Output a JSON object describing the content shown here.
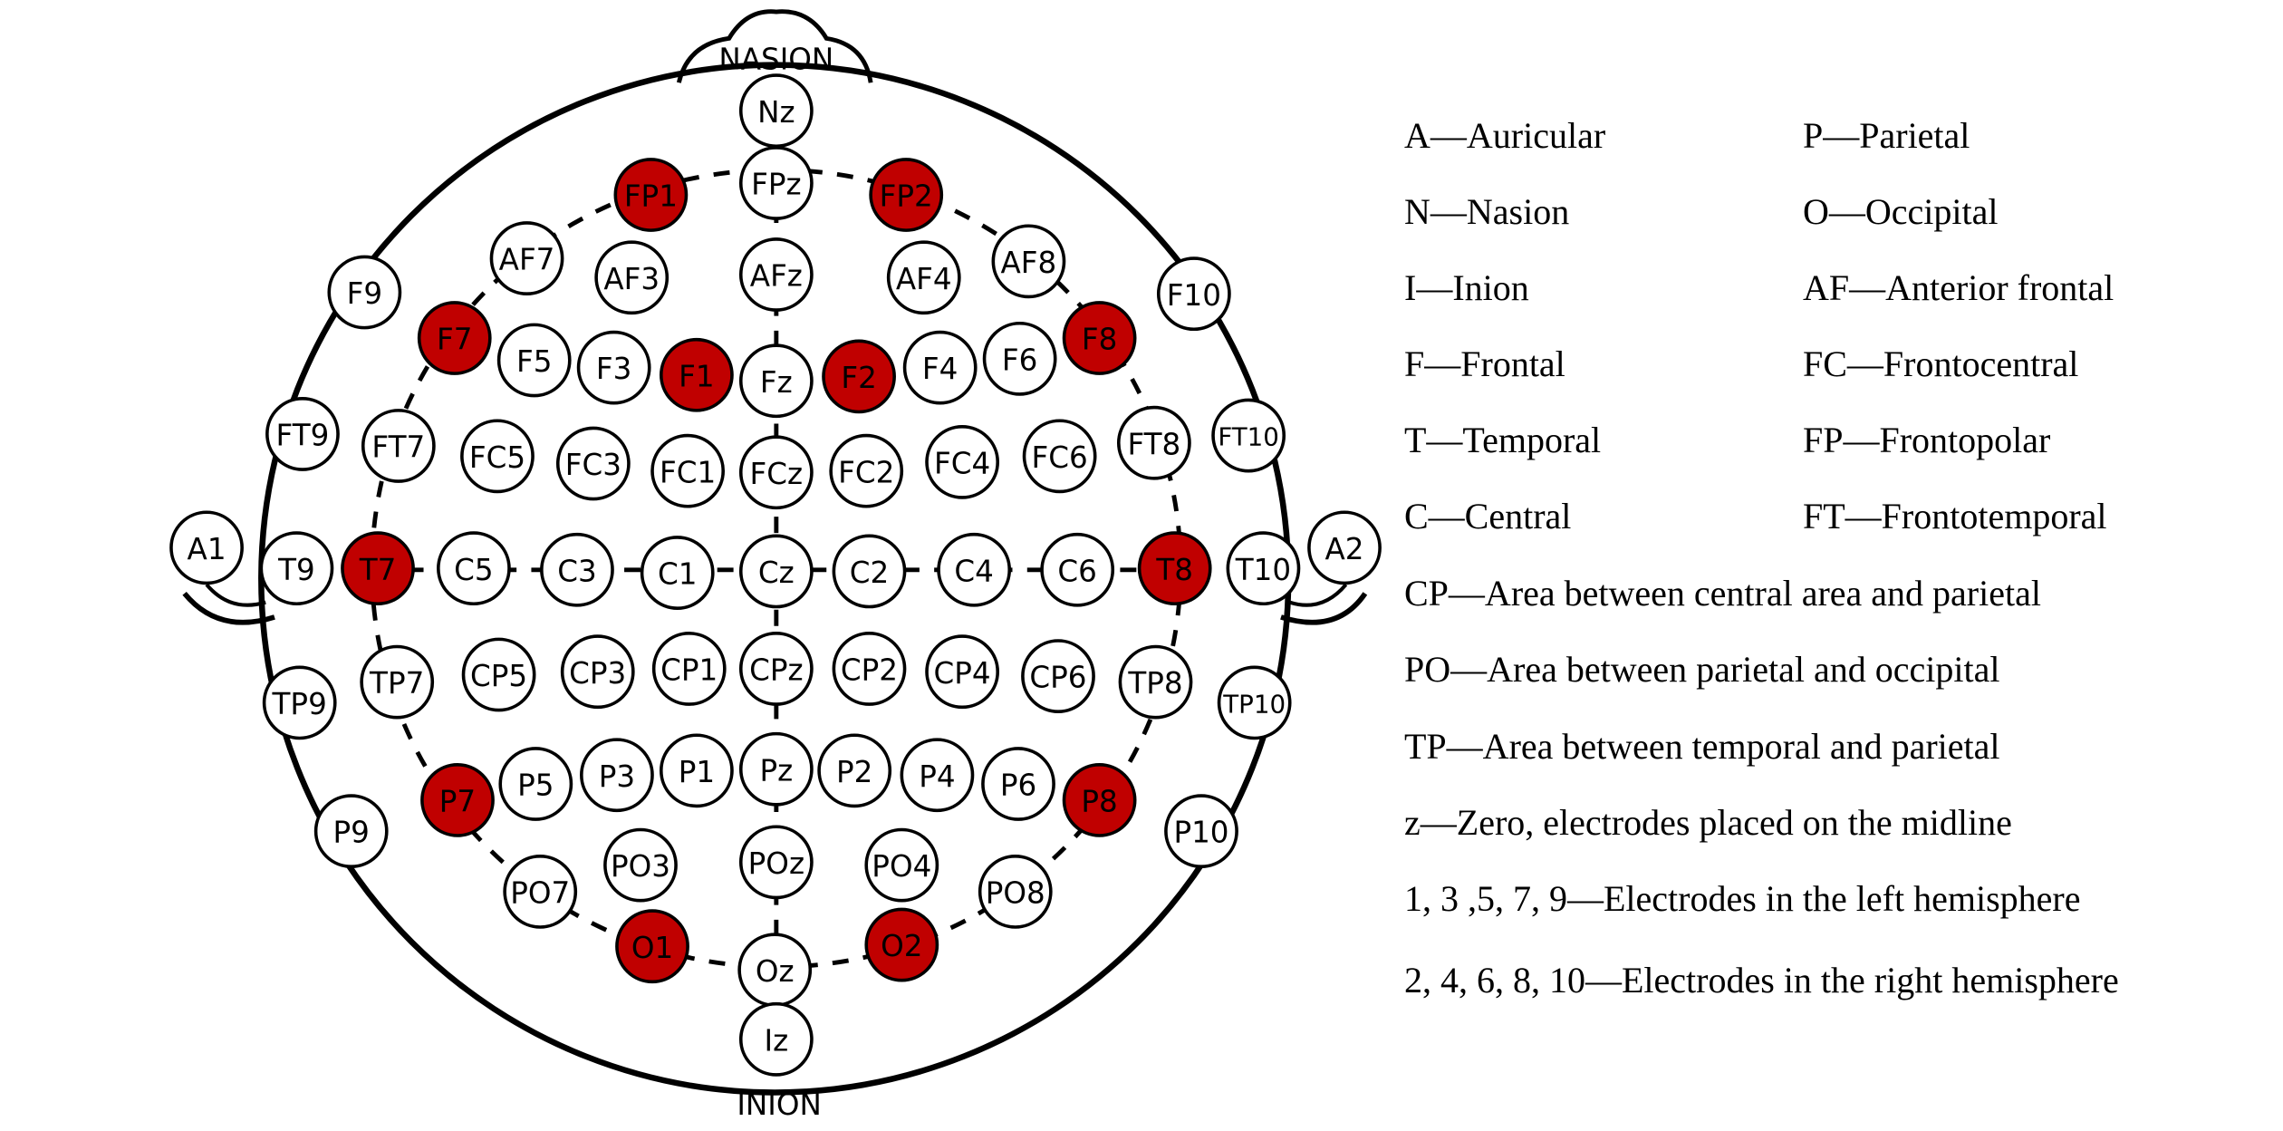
{
  "landmarks": {
    "nasion": "NASION",
    "inion": "INION"
  },
  "colors": {
    "highlight": "#c00000",
    "normal": "#ffffff",
    "stroke": "#000000"
  },
  "electrodes": [
    {
      "label": "Nz",
      "highlighted": false
    },
    {
      "label": "FPz",
      "highlighted": false
    },
    {
      "label": "FP1",
      "highlighted": true
    },
    {
      "label": "FP2",
      "highlighted": true
    },
    {
      "label": "AF7",
      "highlighted": false
    },
    {
      "label": "AF3",
      "highlighted": false
    },
    {
      "label": "AFz",
      "highlighted": false
    },
    {
      "label": "AF4",
      "highlighted": false
    },
    {
      "label": "AF8",
      "highlighted": false
    },
    {
      "label": "F9",
      "highlighted": false
    },
    {
      "label": "F10",
      "highlighted": false
    },
    {
      "label": "F7",
      "highlighted": true
    },
    {
      "label": "F5",
      "highlighted": false
    },
    {
      "label": "F3",
      "highlighted": false
    },
    {
      "label": "F1",
      "highlighted": true
    },
    {
      "label": "Fz",
      "highlighted": false
    },
    {
      "label": "F2",
      "highlighted": true
    },
    {
      "label": "F4",
      "highlighted": false
    },
    {
      "label": "F6",
      "highlighted": false
    },
    {
      "label": "F8",
      "highlighted": true
    },
    {
      "label": "FT9",
      "highlighted": false
    },
    {
      "label": "FT7",
      "highlighted": false
    },
    {
      "label": "FC5",
      "highlighted": false
    },
    {
      "label": "FC3",
      "highlighted": false
    },
    {
      "label": "FC1",
      "highlighted": false
    },
    {
      "label": "FCz",
      "highlighted": false
    },
    {
      "label": "FC2",
      "highlighted": false
    },
    {
      "label": "FC4",
      "highlighted": false
    },
    {
      "label": "FC6",
      "highlighted": false
    },
    {
      "label": "FT8",
      "highlighted": false
    },
    {
      "label": "FT10",
      "highlighted": false
    },
    {
      "label": "A1",
      "highlighted": false
    },
    {
      "label": "T9",
      "highlighted": false
    },
    {
      "label": "T7",
      "highlighted": true
    },
    {
      "label": "C5",
      "highlighted": false
    },
    {
      "label": "C3",
      "highlighted": false
    },
    {
      "label": "C1",
      "highlighted": false
    },
    {
      "label": "Cz",
      "highlighted": false
    },
    {
      "label": "C2",
      "highlighted": false
    },
    {
      "label": "C4",
      "highlighted": false
    },
    {
      "label": "C6",
      "highlighted": false
    },
    {
      "label": "T8",
      "highlighted": true
    },
    {
      "label": "T10",
      "highlighted": false
    },
    {
      "label": "A2",
      "highlighted": false
    },
    {
      "label": "TP9",
      "highlighted": false
    },
    {
      "label": "TP7",
      "highlighted": false
    },
    {
      "label": "CP5",
      "highlighted": false
    },
    {
      "label": "CP3",
      "highlighted": false
    },
    {
      "label": "CP1",
      "highlighted": false
    },
    {
      "label": "CPz",
      "highlighted": false
    },
    {
      "label": "CP2",
      "highlighted": false
    },
    {
      "label": "CP4",
      "highlighted": false
    },
    {
      "label": "CP6",
      "highlighted": false
    },
    {
      "label": "TP8",
      "highlighted": false
    },
    {
      "label": "TP10",
      "highlighted": false
    },
    {
      "label": "P9",
      "highlighted": false
    },
    {
      "label": "P7",
      "highlighted": true
    },
    {
      "label": "P5",
      "highlighted": false
    },
    {
      "label": "P3",
      "highlighted": false
    },
    {
      "label": "P1",
      "highlighted": false
    },
    {
      "label": "Pz",
      "highlighted": false
    },
    {
      "label": "P2",
      "highlighted": false
    },
    {
      "label": "P4",
      "highlighted": false
    },
    {
      "label": "P6",
      "highlighted": false
    },
    {
      "label": "P8",
      "highlighted": true
    },
    {
      "label": "P10",
      "highlighted": false
    },
    {
      "label": "PO7",
      "highlighted": false
    },
    {
      "label": "PO3",
      "highlighted": false
    },
    {
      "label": "POz",
      "highlighted": false
    },
    {
      "label": "PO4",
      "highlighted": false
    },
    {
      "label": "PO8",
      "highlighted": false
    },
    {
      "label": "O1",
      "highlighted": true
    },
    {
      "label": "Oz",
      "highlighted": false
    },
    {
      "label": "O2",
      "highlighted": true
    },
    {
      "label": "Iz",
      "highlighted": false
    }
  ],
  "legend": {
    "col1": [
      "A—Auricular",
      "N—Nasion",
      "I—Inion",
      "F—Frontal",
      "T—Temporal",
      "C—Central"
    ],
    "col2": [
      "P—Parietal",
      "O—Occipital",
      "AF—Anterior frontal",
      "FC—Frontocentral",
      "FP—Frontopolar",
      "FT—Frontotemporal"
    ],
    "full": [
      "CP—Area between central area and parietal",
      "PO—Area between parietal and occipital",
      "TP—Area between temporal and parietal",
      "z—Zero, electrodes placed on the midline",
      "1, 3 ,5, 7, 9—Electrodes in the left hemisphere",
      "2, 4, 6, 8, 10—Electrodes in the right hemisphere"
    ]
  }
}
